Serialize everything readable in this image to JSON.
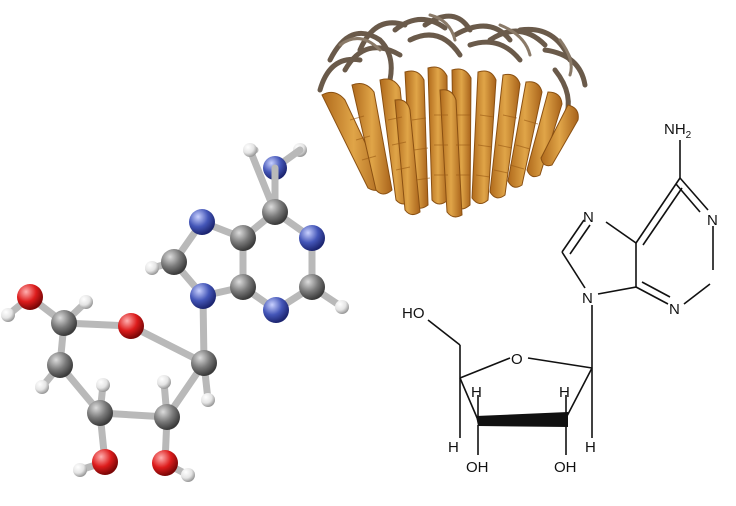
{
  "structural_formula": {
    "labels": {
      "nh2_main": "NH",
      "nh2_sub": "2",
      "n1": "N",
      "n3": "N",
      "n7": "N",
      "n9": "N",
      "ho": "HO",
      "ring_o": "O",
      "h_c4": "H",
      "h_c3": "H",
      "h_c2": "H",
      "h_c1": "H",
      "oh3": "OH",
      "oh2": "OH"
    }
  },
  "colors": {
    "carbon": "#6e6e6e",
    "nitrogen": "#3d4fb0",
    "oxygen": "#d81a1a",
    "hydrogen": "#e6e6e6",
    "stick": "#b9b9b9",
    "fungus": "#c8842a"
  }
}
